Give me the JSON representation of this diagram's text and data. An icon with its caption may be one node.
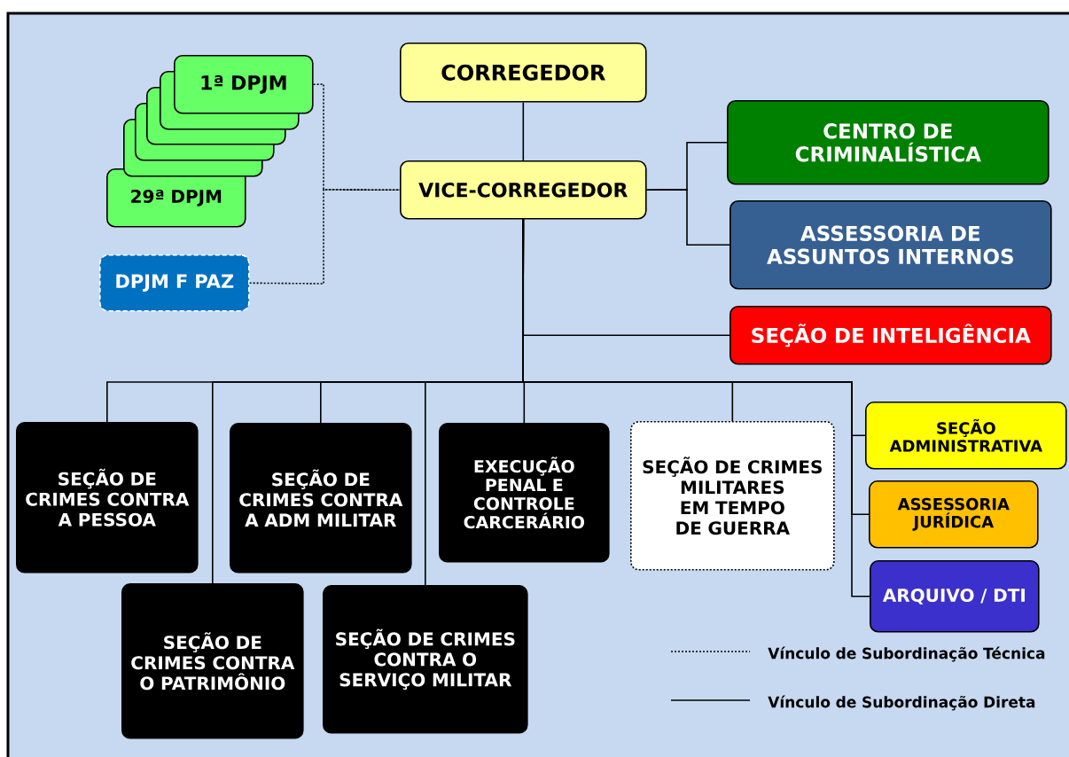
{
  "diagram": {
    "nodes": [
      {
        "text": [
          "CORREGEDOR"
        ]
      },
      {
        "text": [
          "VICE-CORREGEDOR"
        ]
      },
      {
        "text": [
          "1ª DPJM"
        ]
      },
      {
        "text": [],
        "shape": "box"
      },
      {
        "text": [],
        "shape": "box"
      },
      {
        "text": [],
        "shape": "box"
      },
      {
        "text": [],
        "shape": "box"
      },
      {
        "text": [
          "29ª DPJM"
        ]
      },
      {
        "text": [
          "DPJM F PAZ"
        ]
      },
      {
        "text": [
          "CENTRO DE CRIMINALÍSTICA"
        ]
      },
      {
        "text": [
          "ASSESSORIA DE ASSUNTOS INTERNOS"
        ]
      },
      {
        "text": [
          "SEÇÃO DE INTELIGÊNCIA"
        ]
      },
      {
        "text": [
          "SEÇÃO DE CRIMES CONTRA A PESSOA"
        ]
      },
      {
        "text": [
          "SEÇÃO DE CRIMES CONTRA A ADM MILITAR"
        ]
      },
      {
        "text": [
          "EXECUÇÃO PENAL E CONTROLE CARCERÁRIO"
        ]
      },
      {
        "text": [
          "SEÇÃO DE CRIMES MILITARES EM TEMPO DE GUERRA"
        ]
      },
      {
        "text": [
          "SEÇÃO DE CRIMES CONTRA O PATRIMÔNIO"
        ]
      },
      {
        "text": [
          "SEÇÃO DE CRIMES CONTRA O SERVIÇO MILITAR"
        ]
      },
      {
        "text": [
          "SEÇÃO ADMINISTRATIVA"
        ]
      },
      {
        "text": [
          "ASSESSORIA JURÍDICA"
        ]
      },
      {
        "text": [
          "ARQUIVO / DTI"
        ]
      }
    ],
    "edges": [
      {
        "from": 0,
        "to": 1,
        "arrow": "none"
      },
      {
        "from": 2,
        "to": 1,
        "arrow": "none",
        "style": "dashed"
      },
      {
        "from": 8,
        "to": 1,
        "arrow": "none",
        "style": "dashed"
      },
      {
        "from": 1,
        "to": 9,
        "arrow": "none"
      },
      {
        "from": 1,
        "to": 10,
        "arrow": "none"
      },
      {
        "from": 1,
        "to": 11,
        "arrow": "none"
      },
      {
        "from": 1,
        "to": 12,
        "arrow": "none"
      },
      {
        "from": 1,
        "to": 16,
        "arrow": "none"
      },
      {
        "from": 1,
        "to": 13,
        "arrow": "none"
      },
      {
        "from": 1,
        "to": 17,
        "arrow": "none"
      },
      {
        "from": 1,
        "to": 14,
        "arrow": "none"
      },
      {
        "from": 1,
        "to": 15,
        "arrow": "none"
      },
      {
        "from": 1,
        "to": 18,
        "arrow": "none"
      },
      {
        "from": 1,
        "to": 19,
        "arrow": "none"
      },
      {
        "from": 1,
        "to": 20,
        "arrow": "none"
      }
    ],
    "legend": [
      {
        "text": "Vínculo de Subordinação Técnica"
      },
      {
        "text": "Vínculo de Subordinação Direta"
      }
    ]
  }
}
